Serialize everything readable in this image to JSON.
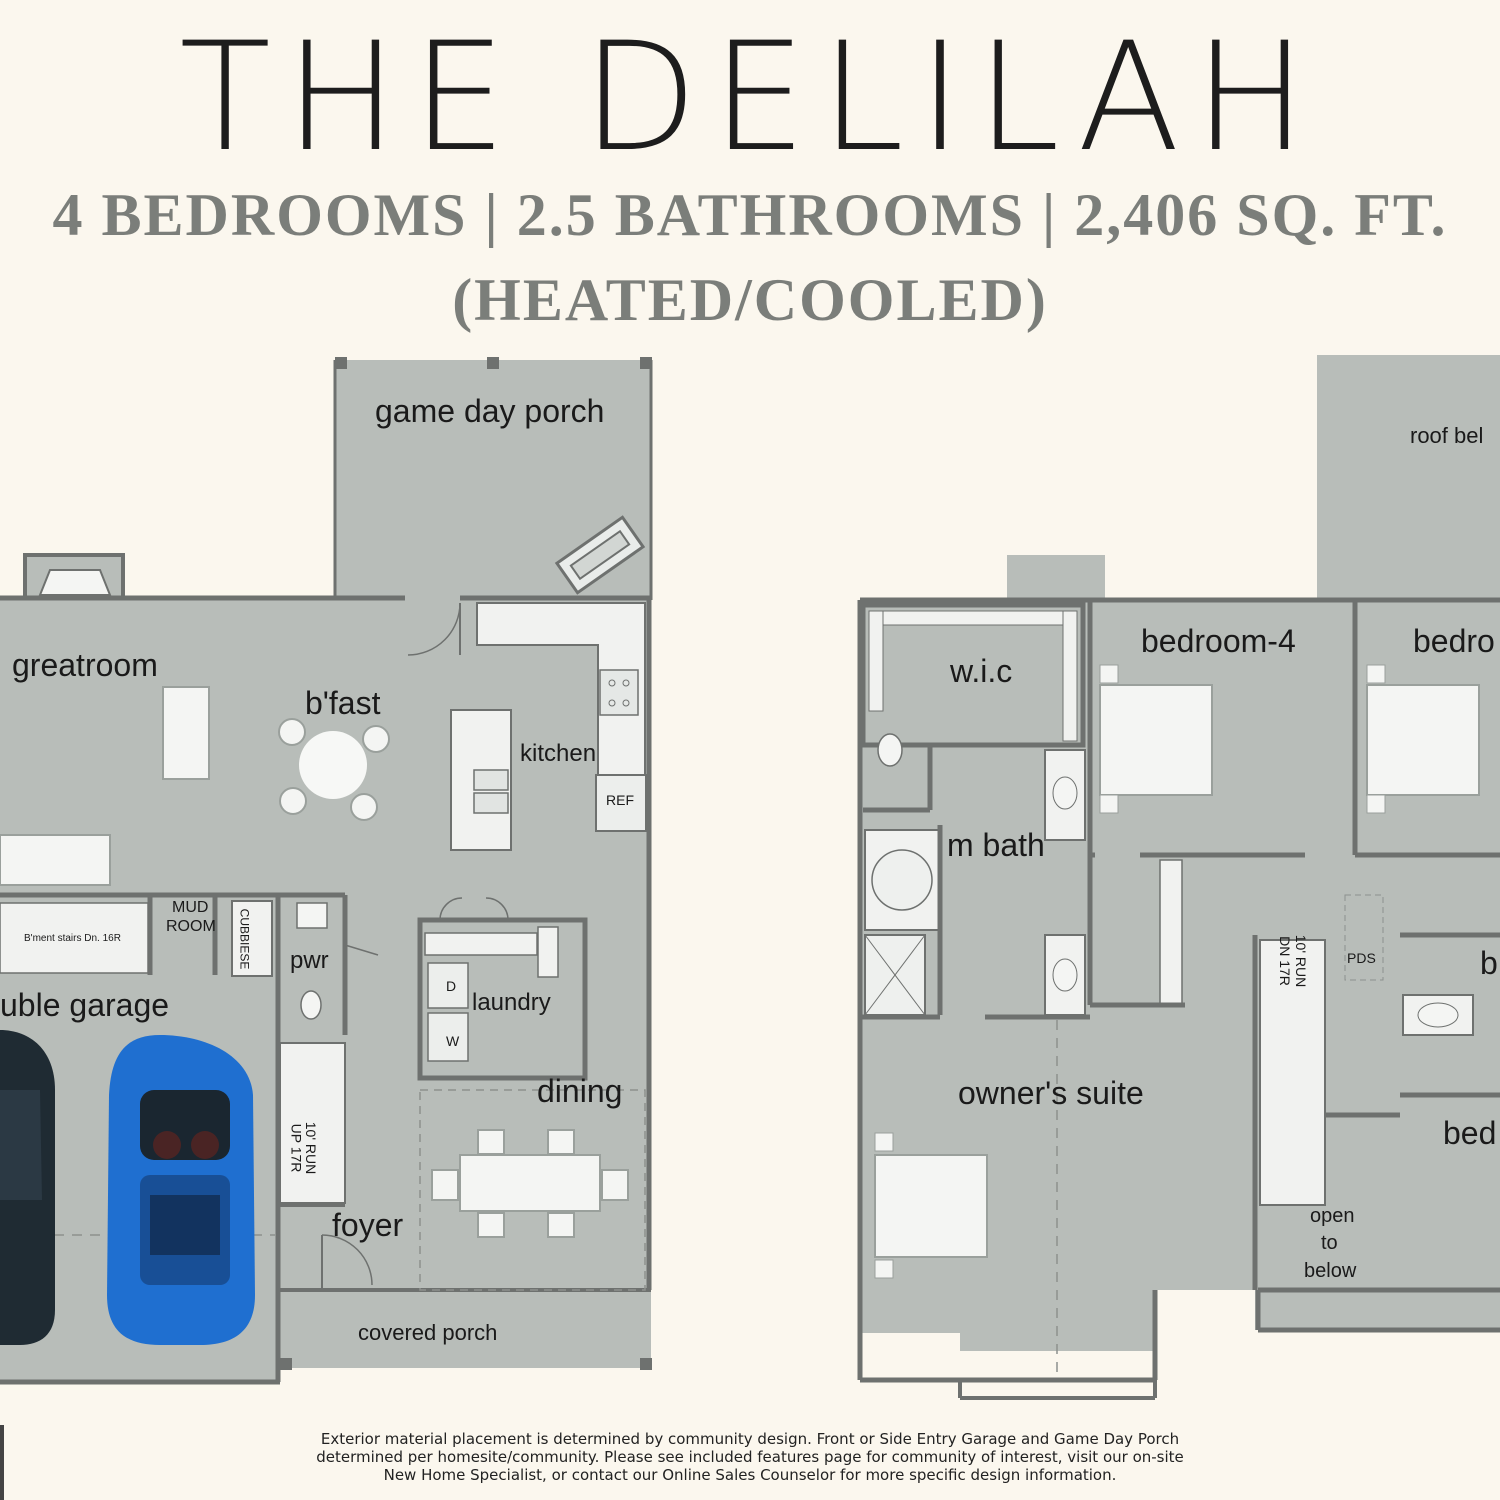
{
  "title": "THE DELILAH",
  "specs_line": "4 BEDROOMS | 2.5 BATHROOMS | 2,406 SQ. FT.",
  "specs_note": "(HEATED/COOLED)",
  "first_floor": {
    "game_day_porch": "game day porch",
    "greatroom": "greatroom",
    "bfast": "b'fast",
    "kitchen": "kitchen",
    "ref": "REF",
    "mud_room_1": "MUD",
    "mud_room_2": "ROOM",
    "cubbies": "CUBBIESE",
    "basement_stairs": "B'ment stairs Dn. 16R",
    "pwr": "pwr",
    "laundry": "laundry",
    "dryer": "D",
    "washer": "W",
    "garage": "uble garage",
    "stairs_run": "10' RUN",
    "stairs_rise": "UP 17R",
    "dining": "dining",
    "foyer": "foyer",
    "covered_porch": "covered porch"
  },
  "second_floor": {
    "roof_below": "roof bel",
    "wic": "w.i.c",
    "bedroom4": "bedroom-4",
    "bedroom_right_top": "bedro",
    "m_bath": "m bath",
    "stairs_run": "10' RUN",
    "stairs_down": "DN 17R",
    "pds": "PDS",
    "bath_right": "b",
    "owners_suite": "owner's suite",
    "open_to_below_1": "open",
    "open_to_below_2": "to",
    "open_to_below_3": "below",
    "bedroom_right_bottom": "bed"
  },
  "disclaimer": [
    "Exterior material placement is determined by community design. Front or Side Entry Garage and Game Day Porch",
    "determined per homesite/community. Please see included features page for community of interest, visit our on-site",
    "New Home Specialist, or contact our Online Sales Counselor for more specific design information."
  ],
  "colors": {
    "background": "#fbf7ee",
    "floor": "#b8bdb9",
    "wall": "#6e716f",
    "title": "#1d1d1d",
    "subtitle": "#7b7e7a",
    "car_left": "#1f2b33",
    "car_right": "#1f6fd0"
  }
}
